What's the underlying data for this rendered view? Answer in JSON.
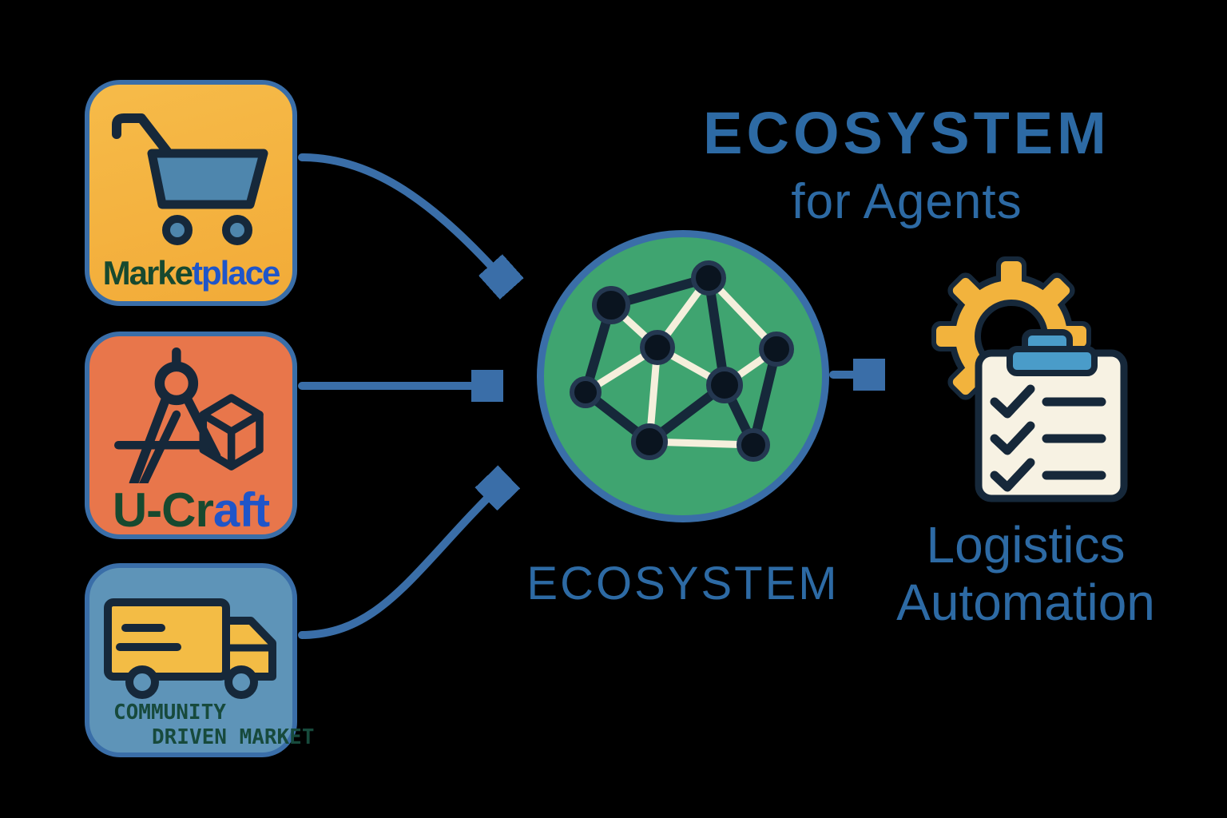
{
  "title": {
    "main": "ECOSYSTEM",
    "sub": "for Agents"
  },
  "sources": [
    {
      "id": "marketplace",
      "icon": "shopping-cart-icon",
      "label_green": "Marke",
      "label_blue": "tplace"
    },
    {
      "id": "ucraft",
      "icon": "drafting-compass-cube-icon",
      "label_green": "U-Cr",
      "label_blue": "aft"
    },
    {
      "id": "community",
      "icon": "delivery-truck-icon",
      "label_line1": "COMMUNITY",
      "label_line2": "DRIVEN MARKET"
    }
  ],
  "hub": {
    "label": "ECOSYSTEM",
    "icon": "network-graph-icon"
  },
  "output": {
    "icon": "gear-clipboard-icon",
    "label_line1": "Logistics",
    "label_line2": "Automation"
  },
  "colors": {
    "background": "#000000",
    "arrow_blue": "#3a6ea8",
    "title_blue": "#2d6aa4",
    "hub_green": "#3fa470",
    "navy_outline": "#16283a",
    "marketplace_yellow": "#f4b13e",
    "ucraft_orange": "#e8764b",
    "community_blue": "#5e94b8",
    "cart_basket_blue": "#4e86ad",
    "truck_yellow": "#f3bc45",
    "network_edge_cream": "#f5efdc",
    "clipboard_cream": "#f7f2e3",
    "clip_blue": "#4a9cc9",
    "gear_yellow": "#f2b33d",
    "label_green": "#17492f",
    "label_blue": "#1f55c9",
    "community_text_green": "#174a3c"
  }
}
